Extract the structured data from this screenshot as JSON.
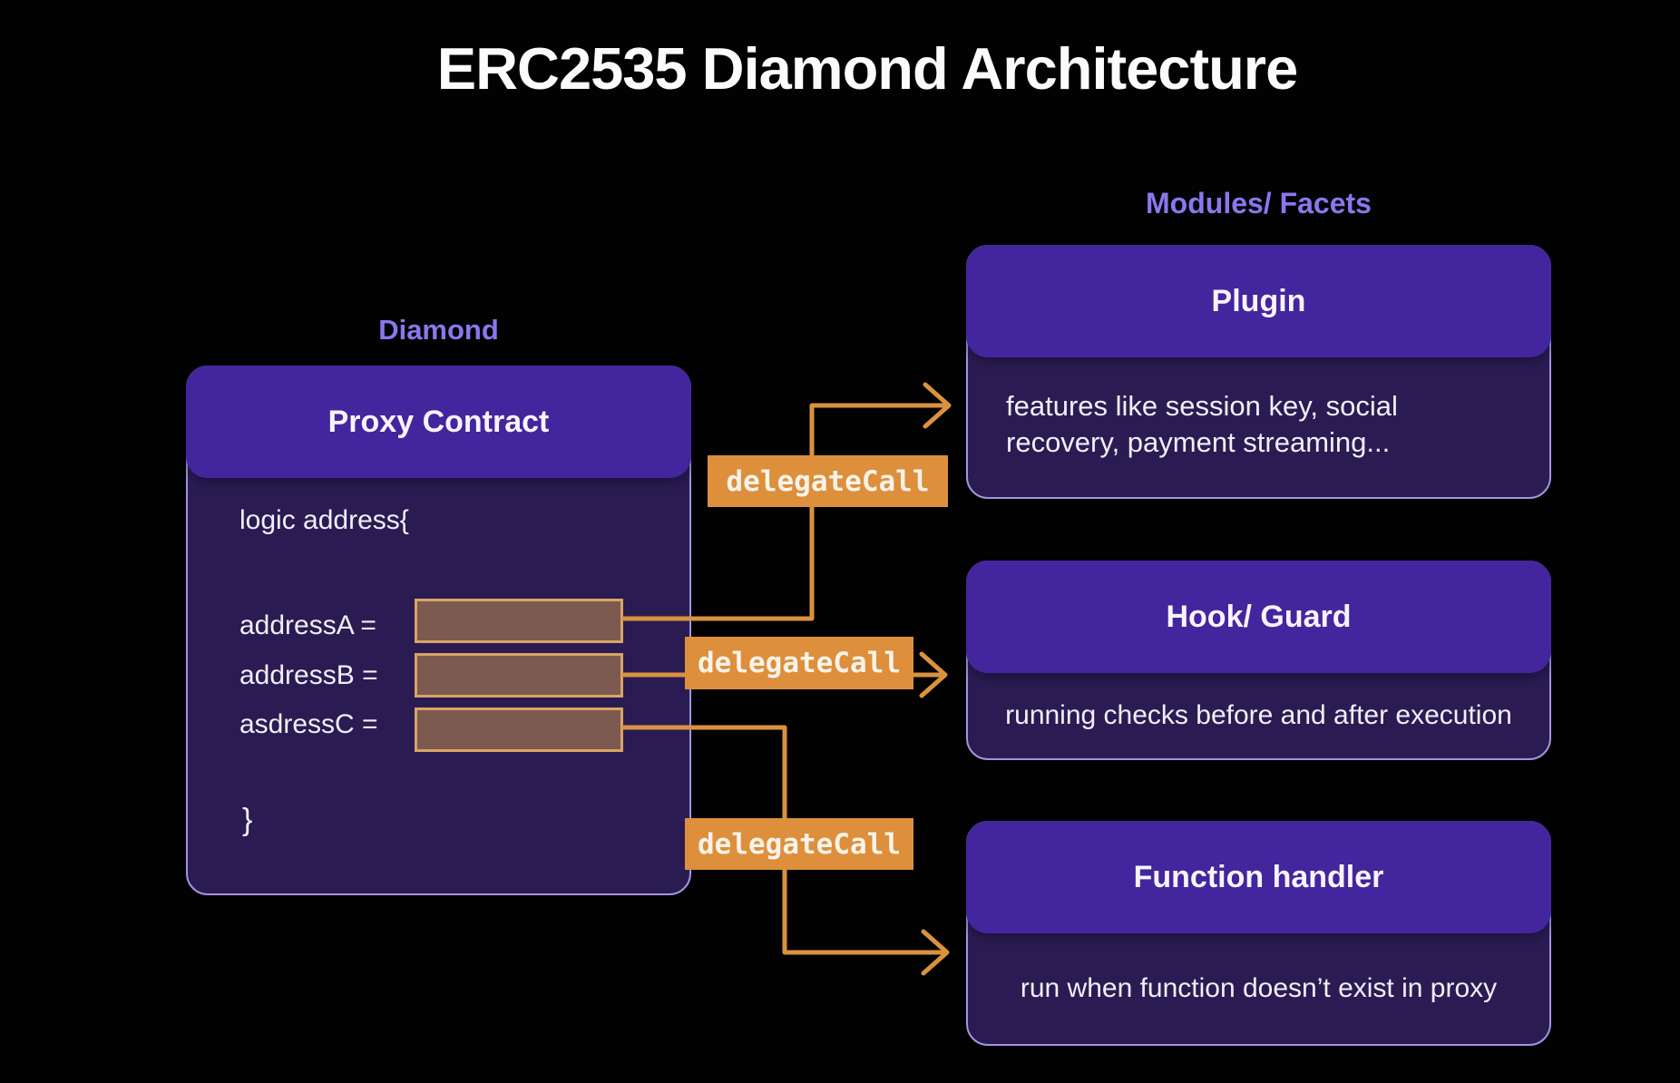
{
  "title": "ERC2535 Diamond Architecture",
  "diamond_label": "Diamond",
  "modules_label": "Modules/ Facets",
  "proxy": {
    "header": "Proxy Contract",
    "code_open": "logic address{",
    "code_close": "}",
    "rows": [
      {
        "label": "addressA ="
      },
      {
        "label": "addressB ="
      },
      {
        "label": "asdressC ="
      }
    ]
  },
  "delegate_call_labels": [
    "delegateCall",
    "delegateCall",
    "delegateCall"
  ],
  "facets": [
    {
      "title": "Plugin",
      "body": "features like session key, social recovery, payment streaming..."
    },
    {
      "title": "Hook/ Guard",
      "body": "running checks before and after execution"
    },
    {
      "title": "Function handler",
      "body": "run when function doesn’t exist in proxy"
    }
  ],
  "colors": {
    "background": "#020202",
    "header_purple": "#43269d",
    "panel_purple": "#2a1c52",
    "panel_border": "#a294e0",
    "accent_text": "#8b76ee",
    "orange": "#dd8f3c",
    "wire_orange": "#da923f",
    "slot_brown": "#7d5a50",
    "slot_border": "#d9a464",
    "text_white": "#f1eef8"
  }
}
